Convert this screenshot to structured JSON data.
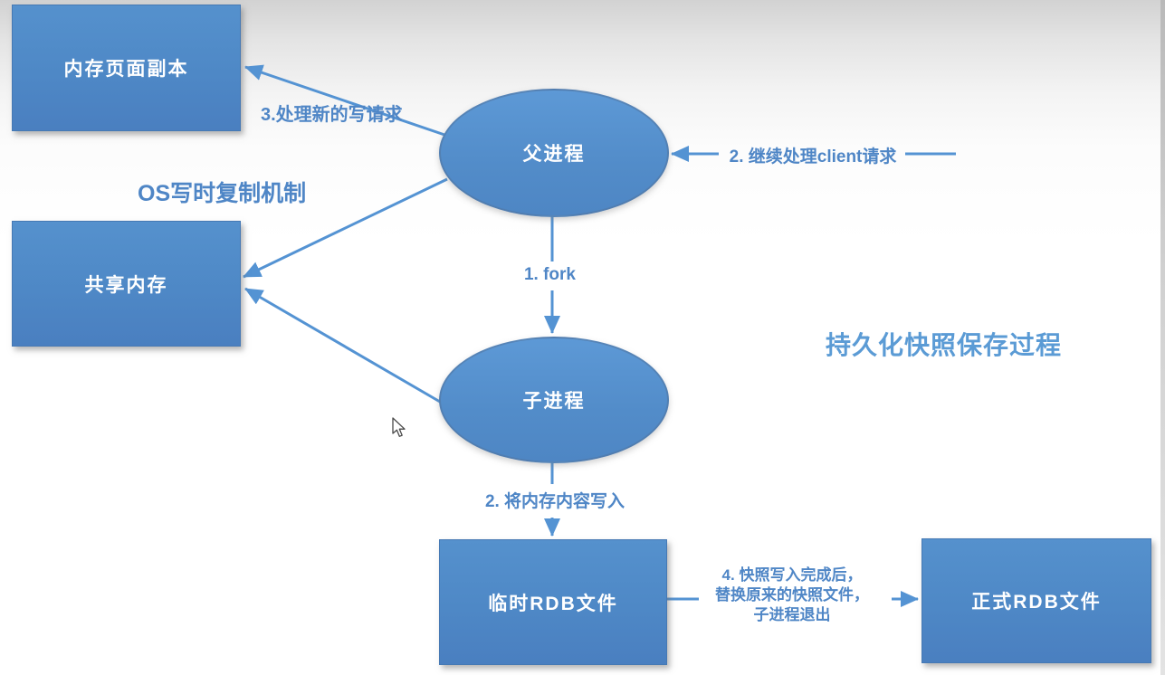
{
  "title": "持久化快照保存过程",
  "annotation": "OS写时复制机制",
  "nodes": {
    "memory_copy": "内存页面副本",
    "shared_memory": "共享内存",
    "parent_process": "父进程",
    "child_process": "子进程",
    "temp_rdb": "临时RDB文件",
    "final_rdb": "正式RDB文件"
  },
  "edges": {
    "fork": "1. fork",
    "client": "2. 继续处理client请求",
    "new_write": "3.处理新的写请求",
    "mem_write": "2. 将内存内容写入",
    "replace": {
      "line1": "4. 快照写入完成后，",
      "line2": "替换原来的快照文件，",
      "line3": "子进程退出"
    }
  },
  "colors": {
    "node_fill": "#4e88c6",
    "connector": "#5493d3",
    "label_text": "#4f86c6",
    "title_text": "#5b9bd5",
    "node_text": "#ffffff"
  }
}
